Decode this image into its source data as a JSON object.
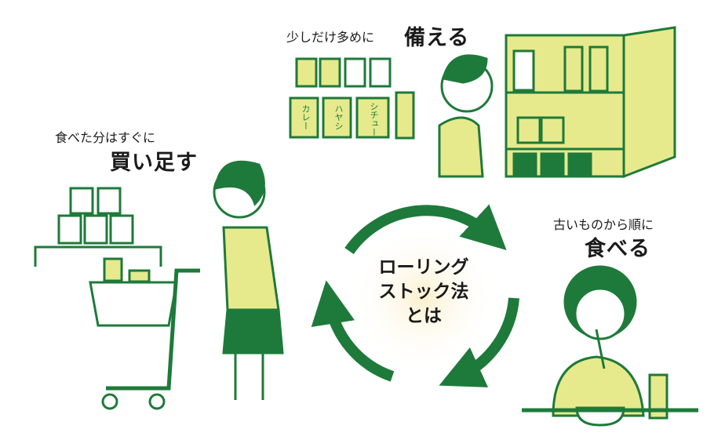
{
  "title": {
    "line1": "ローリング",
    "line2": "ストック法",
    "line3": "とは"
  },
  "steps": [
    {
      "small": "少しだけ多めに",
      "big": "備える"
    },
    {
      "small": "古いものから順に",
      "big": "食べる"
    },
    {
      "small": "食べた分はすぐに",
      "big": "買い足す"
    }
  ],
  "boxes": [
    "カレー",
    "ハヤシ",
    "シチュー"
  ],
  "colors": {
    "green": "#1e7a3a",
    "yellow": "#e6ea8c",
    "glow": "#fbf3d6"
  }
}
